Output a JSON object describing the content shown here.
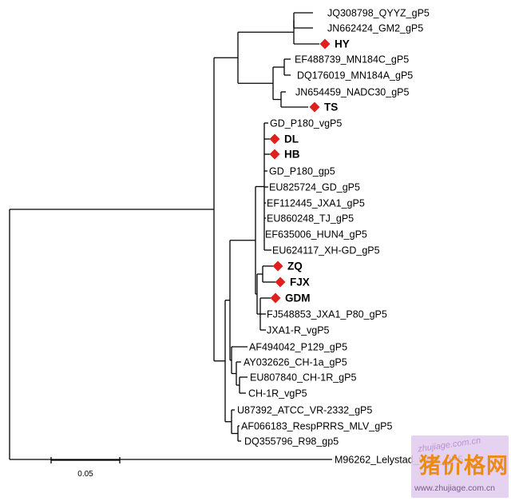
{
  "tree": {
    "tips": [
      {
        "id": "t1",
        "label": "JQ308798_QYYZ_gP5"
      },
      {
        "id": "t2",
        "label": "JN662424_GM2_gP5"
      },
      {
        "id": "t3",
        "label": "HY",
        "marker": "diamond"
      },
      {
        "id": "t4",
        "label": "EF488739_MN184C_gP5"
      },
      {
        "id": "t5",
        "label": "DQ176019_MN184A_gP5"
      },
      {
        "id": "t6",
        "label": "JN654459_NADC30_gP5"
      },
      {
        "id": "t7",
        "label": "TS",
        "marker": "diamond"
      },
      {
        "id": "t8",
        "label": "GD_P180_vgP5"
      },
      {
        "id": "t9",
        "label": "DL",
        "marker": "diamond"
      },
      {
        "id": "t10",
        "label": "HB",
        "marker": "diamond"
      },
      {
        "id": "t11",
        "label": "GD_P180_gp5"
      },
      {
        "id": "t12",
        "label": "EU825724_GD_gP5"
      },
      {
        "id": "t13",
        "label": "EF112445_JXA1_gP5"
      },
      {
        "id": "t14",
        "label": "EU860248_TJ_gP5"
      },
      {
        "id": "t15",
        "label": "EF635006_HUN4_gP5"
      },
      {
        "id": "t16",
        "label": "EU624117_XH-GD_gP5"
      },
      {
        "id": "t17",
        "label": "ZQ",
        "marker": "diamond"
      },
      {
        "id": "t18",
        "label": "FJX",
        "marker": "diamond"
      },
      {
        "id": "t19",
        "label": "GDM",
        "marker": "diamond"
      },
      {
        "id": "t20",
        "label": "FJ548853_JXA1_P80_gP5"
      },
      {
        "id": "t21",
        "label": "JXA1-R_vgP5"
      },
      {
        "id": "t22",
        "label": "AF494042_P129_gP5"
      },
      {
        "id": "t23",
        "label": "AY032626_CH-1a_gP5"
      },
      {
        "id": "t24",
        "label": "EU807840_CH-1R_gP5"
      },
      {
        "id": "t25",
        "label": "CH-1R_vgP5"
      },
      {
        "id": "t26",
        "label": "U87392_ATCC_VR-2332_gP5"
      },
      {
        "id": "t27",
        "label": "AF066183_RespPRRS_MLV_gP5"
      },
      {
        "id": "t28",
        "label": "DQ355796_R98_gp5"
      },
      {
        "id": "t29",
        "label": "M96262_Lelystad_virus_gP5"
      }
    ],
    "scale_bar": {
      "label": "0.05",
      "value": 0.05
    },
    "marker_color": "#e01f1f",
    "line_color": "#000000"
  },
  "watermark": {
    "faint": "zhujiage.com.cn",
    "main": "猪价格网",
    "url": "www.zhujiage.com.cn"
  }
}
